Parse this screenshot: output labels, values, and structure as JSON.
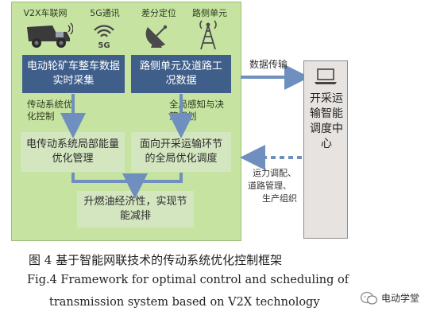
{
  "icons": [
    {
      "name": "mining-truck-icon",
      "label": "V2X车联网"
    },
    {
      "name": "5g-icon",
      "label": "5G通讯"
    },
    {
      "name": "satellite-dish-icon",
      "label": "差分定位"
    },
    {
      "name": "roadside-tower-icon",
      "label": "路侧单元"
    }
  ],
  "boxes": {
    "collect": "电动轮矿车整车数据实时采集",
    "roadside": "路侧单元及道路工况数据",
    "local": "电传动系统局部能量优化管理",
    "global": "面向开采运输环节的全局优化调度",
    "result": "升燃油经济性，实现节能减排"
  },
  "labels": {
    "left_flow": "传动系统优化控制",
    "right_flow": "全局感知与决策规划",
    "data_transfer": "数据传输",
    "feedback": [
      "运力调配、",
      "道路管理、",
      "生产组织"
    ]
  },
  "center": {
    "icon": "laptop-icon",
    "text": "开采运输智能调度中心"
  },
  "caption": {
    "cn": "图 4  基于智能网联技术的传动系统优化控制框架",
    "en_line1": "Fig.4 Framework for optimal control and scheduling of",
    "en_line2": "transmission system based on V2X technology"
  },
  "watermark": {
    "icon": "wechat-icon",
    "text": "电动学堂"
  },
  "colors": {
    "panel": "#c6e3a2",
    "box_dark": "#3f5f8a",
    "box_light": "#d4e6c0",
    "arrow": "#6f8fbf",
    "center_bg": "#e7e3e0"
  }
}
